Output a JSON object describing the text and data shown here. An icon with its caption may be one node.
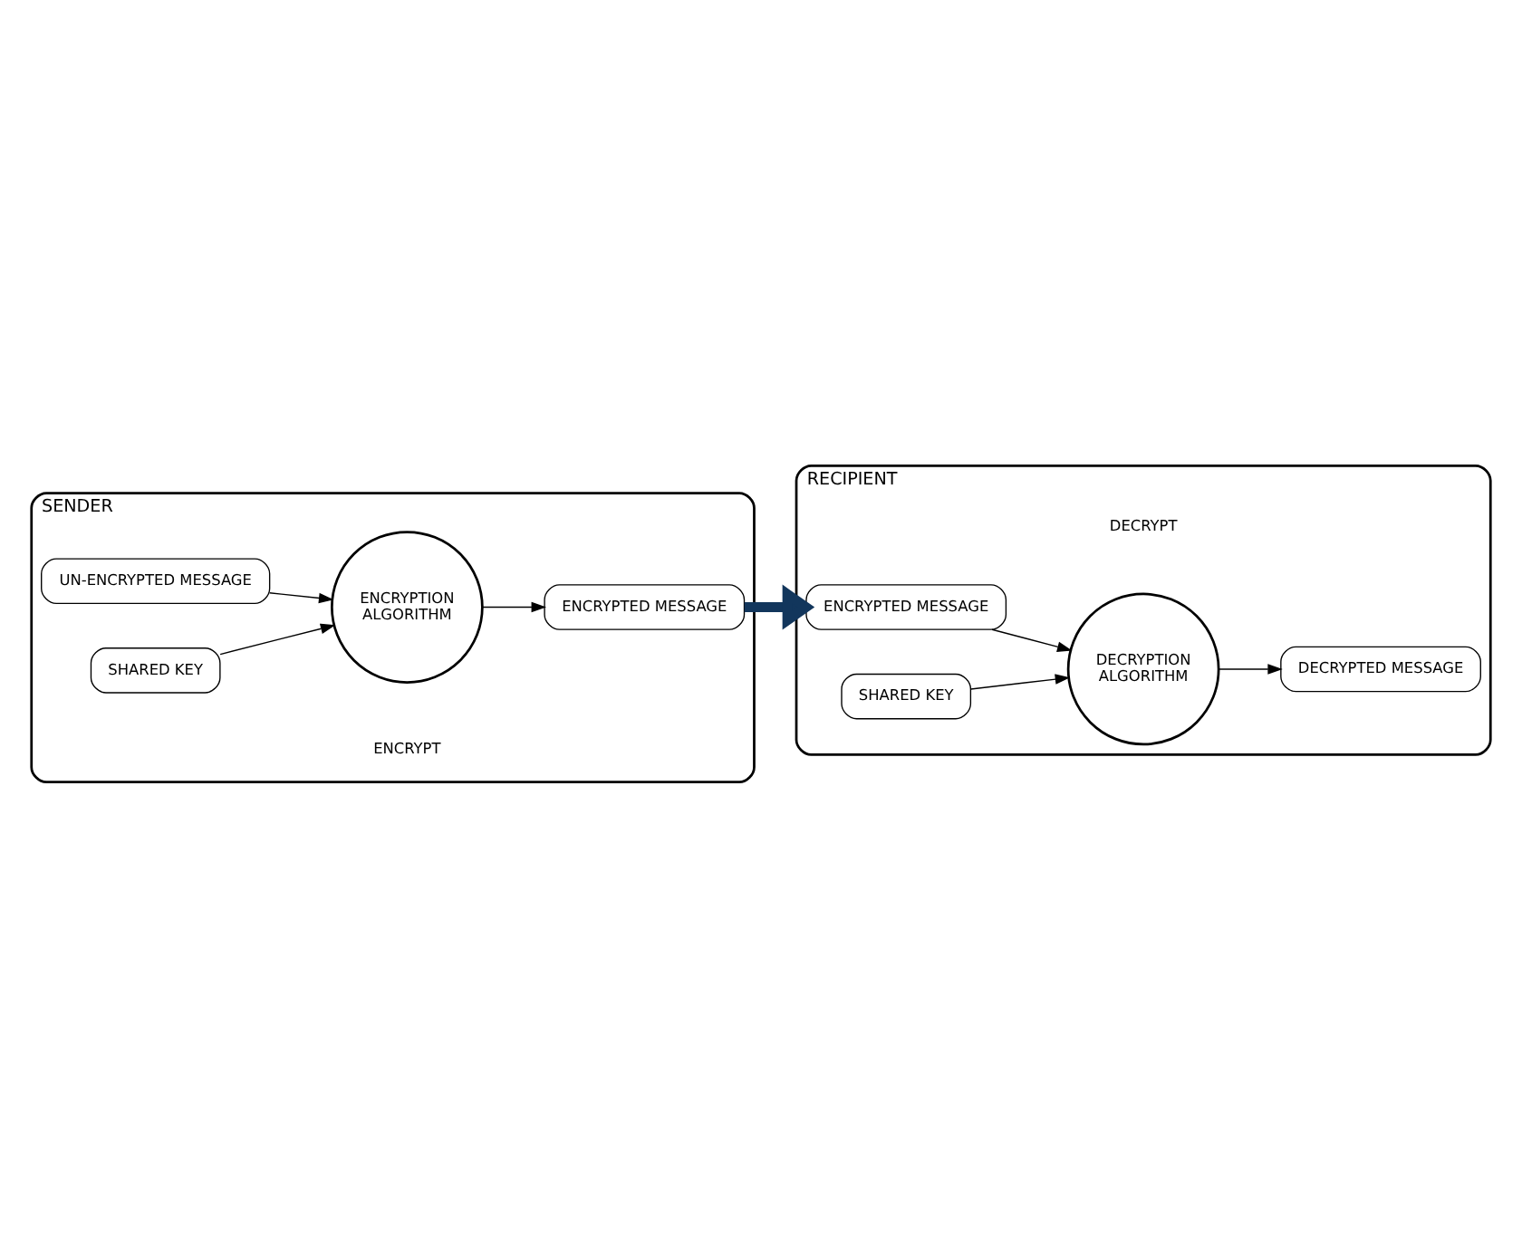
{
  "diagram": {
    "nodes": [
      {
        "text": [
          "SENDER"
        ]
      },
      {
        "text": [
          "UN-ENCRYPTED MESSAGE"
        ],
        "in": 0
      },
      {
        "text": [
          "SHARED KEY"
        ],
        "in": 0
      },
      {
        "text": [
          "ENCRYPTION ALGORITHM"
        ],
        "beside": [
          "ENCRYPT"
        ],
        "in": 0
      },
      {
        "text": [
          "ENCRYPTED MESSAGE"
        ],
        "in": 0
      },
      {
        "text": [
          "RECIPIENT"
        ]
      },
      {
        "text": [
          "DECRYPTED MESSAGE"
        ],
        "in": 5
      },
      {
        "text": [
          "DECRYPTION ALGORITHM"
        ],
        "beside": [
          "DECRYPT"
        ],
        "in": 5
      },
      {
        "text": [
          "ENCRYPTED MESSAGE"
        ],
        "in": 5
      },
      {
        "text": [
          "SHARED KEY"
        ],
        "in": 5
      }
    ],
    "edges": [
      {
        "from": 1,
        "to": 3,
        "arrow": "to"
      },
      {
        "from": 2,
        "to": 3,
        "arrow": "to"
      },
      {
        "from": 3,
        "to": 4,
        "arrow": "to"
      },
      {
        "from": 4,
        "to": 8,
        "arrow": "to",
        "style": "thick",
        "color": "#12365c"
      },
      {
        "from": 8,
        "to": 7,
        "arrow": "to"
      },
      {
        "from": 9,
        "to": 7,
        "arrow": "to"
      },
      {
        "from": 7,
        "to": 6,
        "arrow": "to"
      }
    ]
  }
}
